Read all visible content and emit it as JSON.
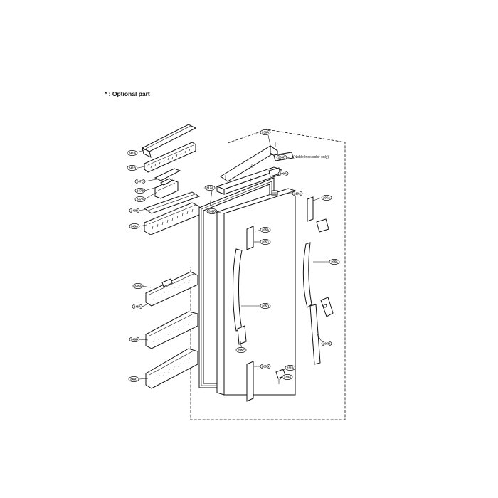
{
  "note": "* : Optional part",
  "parts": [
    {
      "id": "241A",
      "label": "241A"
    },
    {
      "id": "241B",
      "label": "241B"
    },
    {
      "id": "247C",
      "label": "247C"
    },
    {
      "id": "247B",
      "label": "247B"
    },
    {
      "id": "247A",
      "label": "247A"
    },
    {
      "id": "243B",
      "label": "243B"
    },
    {
      "id": "243A",
      "label": "243A"
    },
    {
      "id": "245A",
      "label": "245A"
    },
    {
      "id": "246A",
      "label": "246A"
    },
    {
      "id": "246B",
      "label": "246B"
    },
    {
      "id": "246C",
      "label": "246C"
    },
    {
      "id": "236A",
      "label": "236A"
    },
    {
      "id": "209D",
      "label": "209D"
    },
    {
      "id": "209A",
      "label": "209A"
    },
    {
      "id": "212A",
      "label": "212A"
    },
    {
      "id": "210A",
      "label": "210A"
    },
    {
      "id": "209B",
      "label": "209B"
    },
    {
      "id": "205A-top",
      "label": "205A"
    },
    {
      "id": "205A-mid",
      "label": "205A"
    },
    {
      "id": "205C",
      "label": "205C"
    },
    {
      "id": "205D",
      "label": "205D"
    },
    {
      "id": "205F",
      "label": "205F"
    },
    {
      "id": "205B",
      "label": "205B"
    },
    {
      "id": "205E",
      "label": "205E"
    },
    {
      "id": "205G",
      "label": "205G"
    },
    {
      "id": "231A",
      "label": "231A"
    },
    {
      "id": "230A",
      "label": "230A"
    }
  ],
  "callout_209D": "(Noble Inox color only)"
}
